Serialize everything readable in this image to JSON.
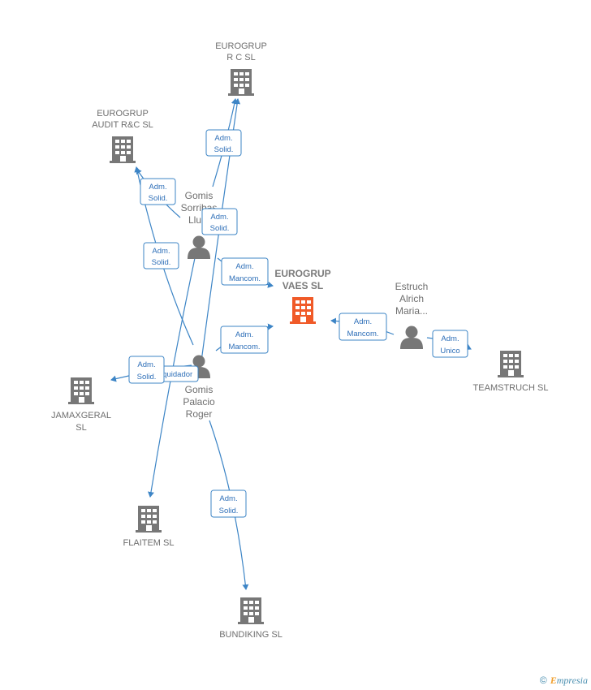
{
  "companies": [
    {
      "id": "eurogrup-rc",
      "lines": [
        "EUROGRUP",
        "R C  SL"
      ],
      "color": "#777777",
      "main": false
    },
    {
      "id": "eurogrup-audit",
      "lines": [
        "EUROGRUP",
        "AUDIT R&C  SL"
      ],
      "color": "#777777",
      "main": false
    },
    {
      "id": "eurogrup-vaes",
      "lines": [
        "EUROGRUP",
        "VAES  SL"
      ],
      "color": "#f05a28",
      "main": true
    },
    {
      "id": "teamstruch",
      "lines": [
        "TEAMSTRUCH SL"
      ],
      "color": "#777777",
      "main": false
    },
    {
      "id": "jamaxgeral",
      "lines": [
        "JAMAXGERAL",
        "SL"
      ],
      "color": "#777777",
      "main": false
    },
    {
      "id": "flaitem",
      "lines": [
        "FLAITEM SL"
      ],
      "color": "#777777",
      "main": false
    },
    {
      "id": "bundiking",
      "lines": [
        "BUNDIKING  SL"
      ],
      "color": "#777777",
      "main": false
    }
  ],
  "persons": [
    {
      "id": "gomis-sorribas",
      "lines": [
        "Gomis",
        "Sorribas",
        "Llu..."
      ]
    },
    {
      "id": "estruch-alrich",
      "lines": [
        "Estruch",
        "Alrich",
        "Maria..."
      ]
    },
    {
      "id": "gomis-palacio",
      "lines": [
        "Gomis",
        "Palacio",
        "Roger"
      ]
    }
  ],
  "edges": [
    {
      "id": "e1",
      "lines": [
        "Adm.",
        "Solid."
      ]
    },
    {
      "id": "e2",
      "lines": [
        "Adm.",
        "Solid."
      ]
    },
    {
      "id": "e3",
      "lines": [
        "Adm.",
        "Solid."
      ]
    },
    {
      "id": "e4",
      "lines": [
        "Adm.",
        "Solid."
      ]
    },
    {
      "id": "e5",
      "lines": [
        "Adm.",
        "Mancom."
      ]
    },
    {
      "id": "e6",
      "lines": [
        "Adm.",
        "Mancom."
      ]
    },
    {
      "id": "e7",
      "lines": [
        "Adm.",
        "Mancom."
      ]
    },
    {
      "id": "e8",
      "lines": [
        "Adm.",
        "Unico"
      ]
    },
    {
      "id": "e9",
      "lines": [
        "Adm.",
        "Solid."
      ]
    },
    {
      "id": "e10",
      "lines": [
        "Liquidador"
      ]
    },
    {
      "id": "e11",
      "lines": [
        "Adm.",
        "Solid."
      ]
    }
  ],
  "footer": {
    "copyright": "©",
    "brand_e": "E",
    "brand_rest": "mpresia"
  }
}
